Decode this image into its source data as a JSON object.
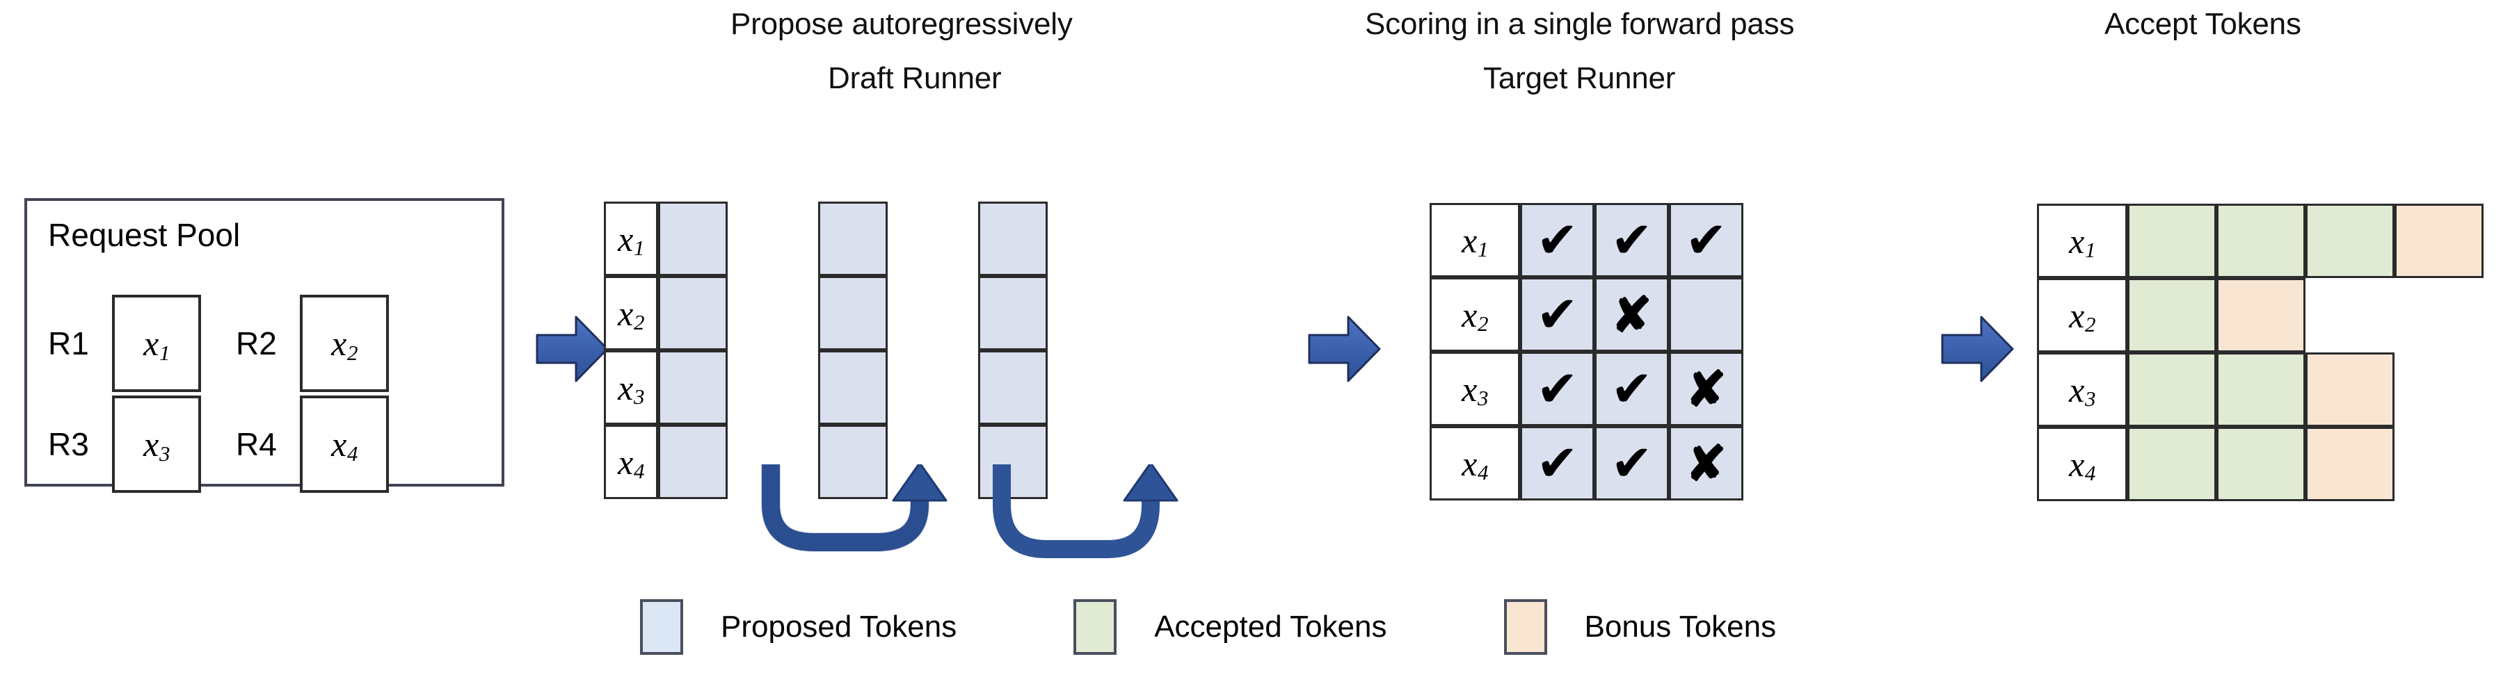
{
  "figure": {
    "title": "Speculative decoding pipeline: propose, score, accept",
    "background_color": "#ffffff"
  },
  "headings": {
    "propose": "Propose autoregressively",
    "draft_runner": "Draft Runner",
    "scoring": "Scoring in a single forward pass",
    "target_runner": "Target Runner",
    "accept": "Accept Tokens"
  },
  "request_pool": {
    "title": "Request Pool",
    "requests": [
      {
        "label": "R1",
        "token": "x",
        "sub": "1"
      },
      {
        "label": "R2",
        "token": "x",
        "sub": "2"
      },
      {
        "label": "R3",
        "token": "x",
        "sub": "3"
      },
      {
        "label": "R4",
        "token": "x",
        "sub": "4"
      }
    ]
  },
  "draft_runner": {
    "row_labels": [
      {
        "token": "x",
        "sub": "1"
      },
      {
        "token": "x",
        "sub": "2"
      },
      {
        "token": "x",
        "sub": "3"
      },
      {
        "token": "x",
        "sub": "4"
      }
    ],
    "step_count": 3,
    "cell_fill": "proposed",
    "steps": [
      {
        "step": 1,
        "cells": [
          "proposed",
          "proposed",
          "proposed",
          "proposed"
        ]
      },
      {
        "step": 2,
        "cells": [
          "proposed",
          "proposed",
          "proposed",
          "proposed"
        ]
      },
      {
        "step": 3,
        "cells": [
          "proposed",
          "proposed",
          "proposed",
          "proposed"
        ]
      }
    ],
    "loop_arrow_count": 2,
    "loop_arrow_color": "#2e5396"
  },
  "target_runner": {
    "row_labels": [
      {
        "token": "x",
        "sub": "1"
      },
      {
        "token": "x",
        "sub": "2"
      },
      {
        "token": "x",
        "sub": "3"
      },
      {
        "token": "x",
        "sub": "4"
      }
    ],
    "column_count": 3,
    "rows": [
      {
        "label": "x1",
        "marks": [
          "check",
          "check",
          "check"
        ]
      },
      {
        "label": "x2",
        "marks": [
          "check",
          "cross",
          "none"
        ]
      },
      {
        "label": "x3",
        "marks": [
          "check",
          "check",
          "cross"
        ]
      },
      {
        "label": "x4",
        "marks": [
          "check",
          "check",
          "cross"
        ]
      }
    ],
    "check_glyph": "✔",
    "cross_glyph": "✘"
  },
  "accept_tokens": {
    "row_labels": [
      {
        "token": "x",
        "sub": "1"
      },
      {
        "token": "x",
        "sub": "2"
      },
      {
        "token": "x",
        "sub": "3"
      },
      {
        "token": "x",
        "sub": "4"
      }
    ],
    "rows": [
      {
        "label": "x1",
        "cells": [
          "accepted",
          "accepted",
          "accepted",
          "bonus"
        ]
      },
      {
        "label": "x2",
        "cells": [
          "accepted",
          "bonus"
        ]
      },
      {
        "label": "x3",
        "cells": [
          "accepted",
          "accepted",
          "bonus"
        ]
      },
      {
        "label": "x4",
        "cells": [
          "accepted",
          "accepted",
          "bonus"
        ]
      }
    ]
  },
  "legend": {
    "items": [
      {
        "label": "Proposed Tokens",
        "color": "#dbe7f5",
        "key": "proposed"
      },
      {
        "label": "Accepted Tokens",
        "color": "#e1ead3",
        "key": "accepted"
      },
      {
        "label": "Bonus Tokens",
        "color": "#f8e5d2",
        "key": "bonus"
      }
    ]
  },
  "colors": {
    "proposed": "#dbe0ef",
    "accepted": "#e1ead3",
    "bonus": "#f8e5d2",
    "arrow_blue": "#3a5fab",
    "arrow_blue_dark": "#2e5396",
    "outline": "#2b2b2b",
    "panel_outline": "#404454"
  },
  "flow_arrows": [
    {
      "from": "request-pool",
      "to": "draft-runner",
      "direction": "right"
    },
    {
      "from": "draft-runner",
      "to": "target-runner",
      "direction": "right"
    },
    {
      "from": "target-runner",
      "to": "accept-tokens",
      "direction": "right"
    }
  ]
}
